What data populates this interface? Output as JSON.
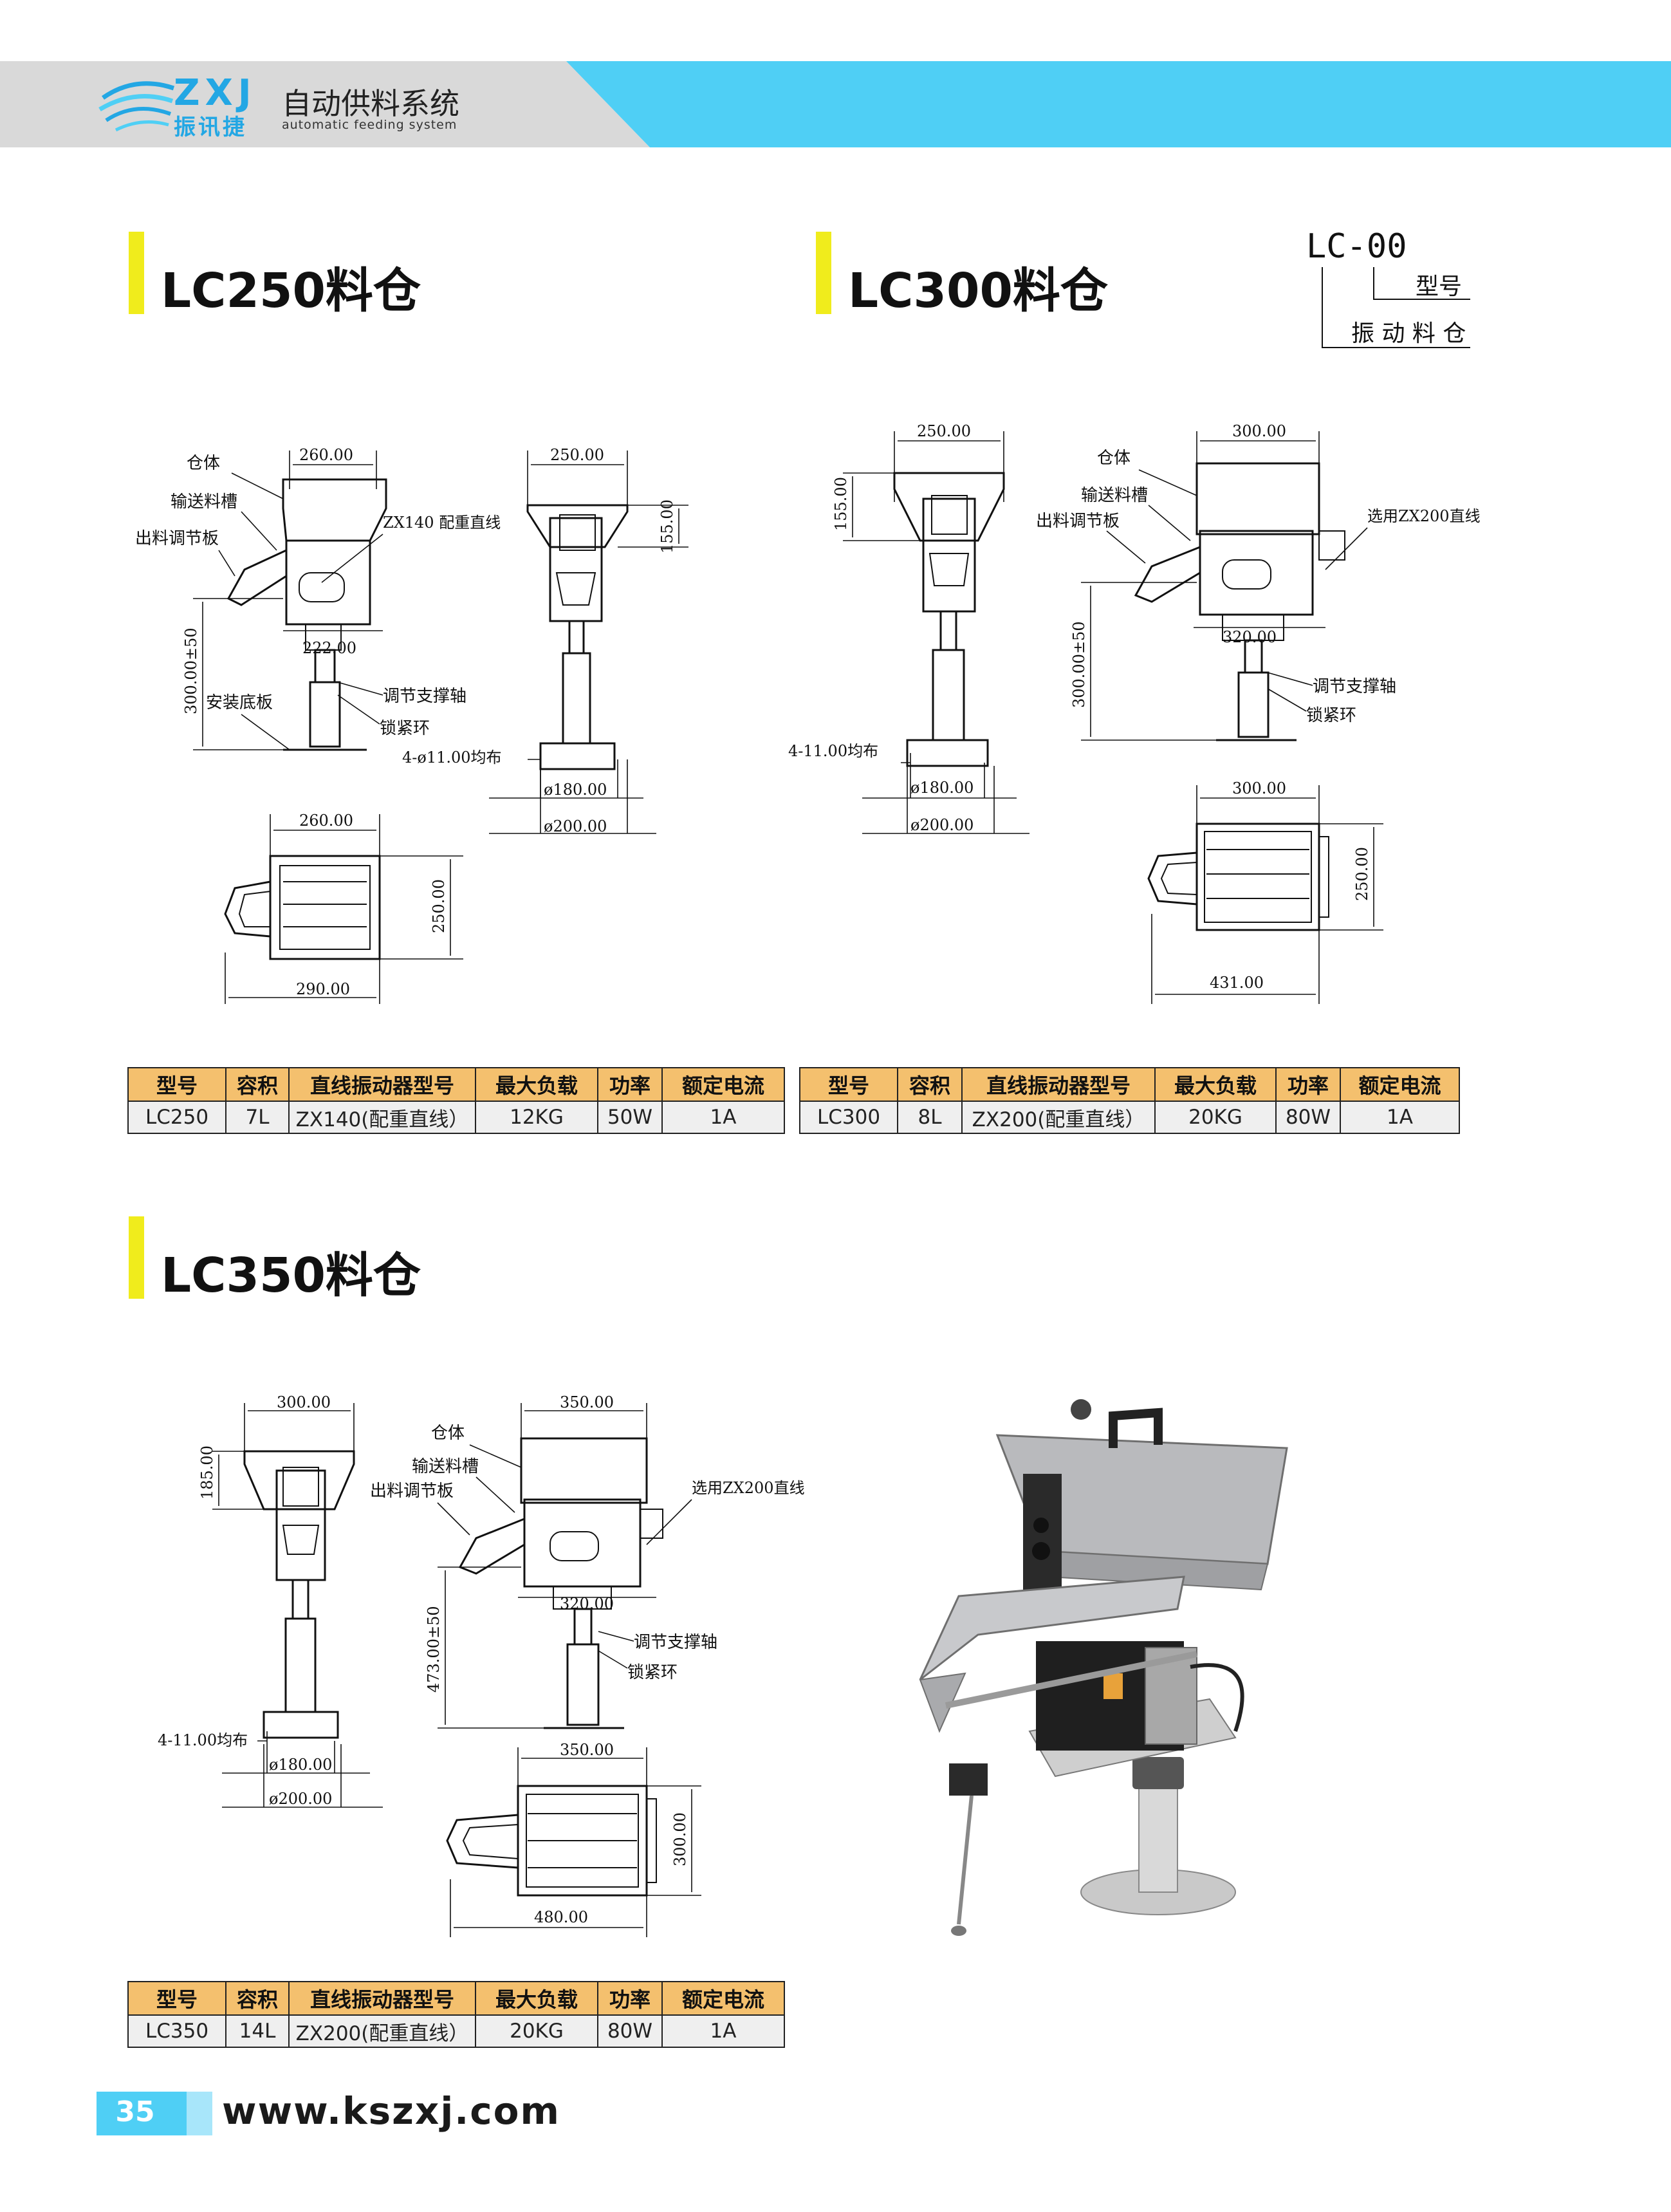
{
  "header": {
    "brand_latin": "ZXJ",
    "brand_cn": "振讯捷",
    "title": "自动供料系统",
    "subtitle": "automatic feeding system"
  },
  "colors": {
    "accent_blue": "#4fcff5",
    "title_bar": "#f0ec1c",
    "table_header": "#f4c06e"
  },
  "sections": {
    "lc250": {
      "title": "LC250料仓"
    },
    "lc300": {
      "title": "LC300料仓"
    },
    "lc350": {
      "title": "LC350料仓"
    }
  },
  "legend": {
    "code": "LC-00",
    "model": "型号",
    "hopper": "振 动 料 仓"
  },
  "drawings": {
    "lc250": {
      "body": "仓体",
      "chute": "输送料槽",
      "gate": "出料调节板",
      "vibrator": "ZX140 配重直线",
      "shaft": "调节支撑轴",
      "ring": "锁紧环",
      "base": "安装底板",
      "holes": "4-ø11.00均布",
      "d_top": "260.00",
      "d_side_top": "250.00",
      "d_side_h": "155.00",
      "d_mid": "222.00",
      "d_height": "300.00±50",
      "d_base1": "ø180.00",
      "d_base2": "ø200.00",
      "d_plan_w": "260.00",
      "d_plan_h": "250.00",
      "d_plan_total": "290.00"
    },
    "lc300": {
      "body": "仓体",
      "chute": "输送料槽",
      "gate": "出料调节板",
      "vibrator": "选用ZX200直线",
      "shaft": "调节支撑轴",
      "ring": "锁紧环",
      "holes": "4-11.00均布",
      "d_front_top": "250.00",
      "d_front_h": "155.00",
      "d_side_top": "300.00",
      "d_mid": "320.00",
      "d_height": "300.00±50",
      "d_base1": "ø180.00",
      "d_base2": "ø200.00",
      "d_plan_w": "300.00",
      "d_plan_h": "250.00",
      "d_plan_total": "431.00"
    },
    "lc350": {
      "body": "仓体",
      "chute": "输送料槽",
      "gate": "出料调节板",
      "vibrator": "选用ZX200直线",
      "shaft": "调节支撑轴",
      "ring": "锁紧环",
      "holes": "4-11.00均布",
      "d_front_top": "300.00",
      "d_front_h": "185.00",
      "d_side_top": "350.00",
      "d_mid": "320.00",
      "d_height": "473.00±50",
      "d_base1": "ø180.00",
      "d_base2": "ø200.00",
      "d_plan_w": "350.00",
      "d_plan_h": "300.00",
      "d_plan_total": "480.00"
    }
  },
  "table_headers": [
    "型号",
    "容积",
    "直线振动器型号",
    "最大负载",
    "功率",
    "额定电流"
  ],
  "tables": {
    "lc250": [
      "LC250",
      "7L",
      "ZX140(配重直线）",
      "12KG",
      "50W",
      "1A"
    ],
    "lc300": [
      "LC300",
      "8L",
      "ZX200(配重直线）",
      "20KG",
      "80W",
      "1A"
    ],
    "lc350": [
      "LC350",
      "14L",
      "ZX200(配重直线）",
      "20KG",
      "80W",
      "1A"
    ]
  },
  "footer": {
    "page": "35",
    "url": "www.kszxj.com"
  }
}
